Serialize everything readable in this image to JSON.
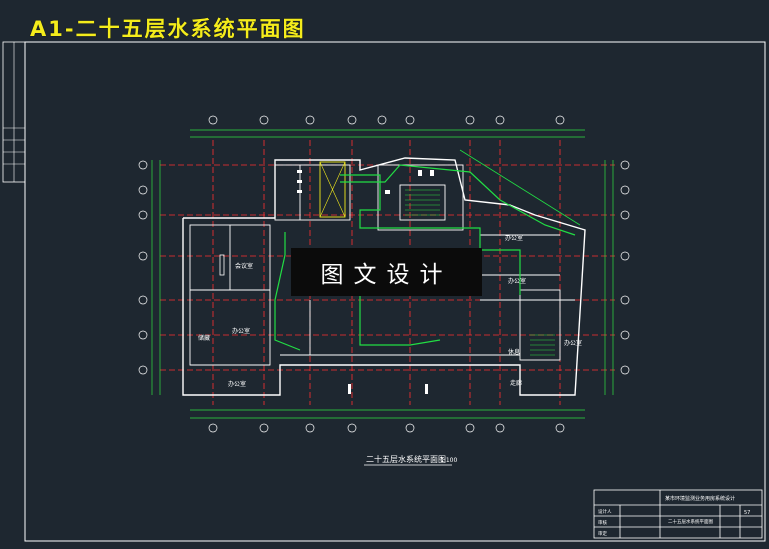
{
  "title": "A1-二十五层水系统平面图",
  "watermark": "图文设计",
  "drawing_caption": "二十五层水系统平面图",
  "drawing_scale": "1:100",
  "room_labels": {
    "meeting": "会议室",
    "office": "办公室",
    "storage": "储藏",
    "office2": "办公室",
    "office3": "办公室",
    "office4": "办公室",
    "office5": "办公室",
    "corridor": "走廊",
    "lounge": "休息"
  },
  "title_block": {
    "project": "某市环境监测业务用房系统设计",
    "drawing_name": "二十五层水系统平面图",
    "sheet_no": "57",
    "rows": [
      "设计人",
      "审核",
      "审定"
    ]
  },
  "colors": {
    "background": "#1e2730",
    "title": "#f4ec1c",
    "walls": "#ffffff",
    "gridline": "#ff3030",
    "dimension": "#30e040",
    "pipe": "#22dd44",
    "axis_label": "#00e000"
  }
}
